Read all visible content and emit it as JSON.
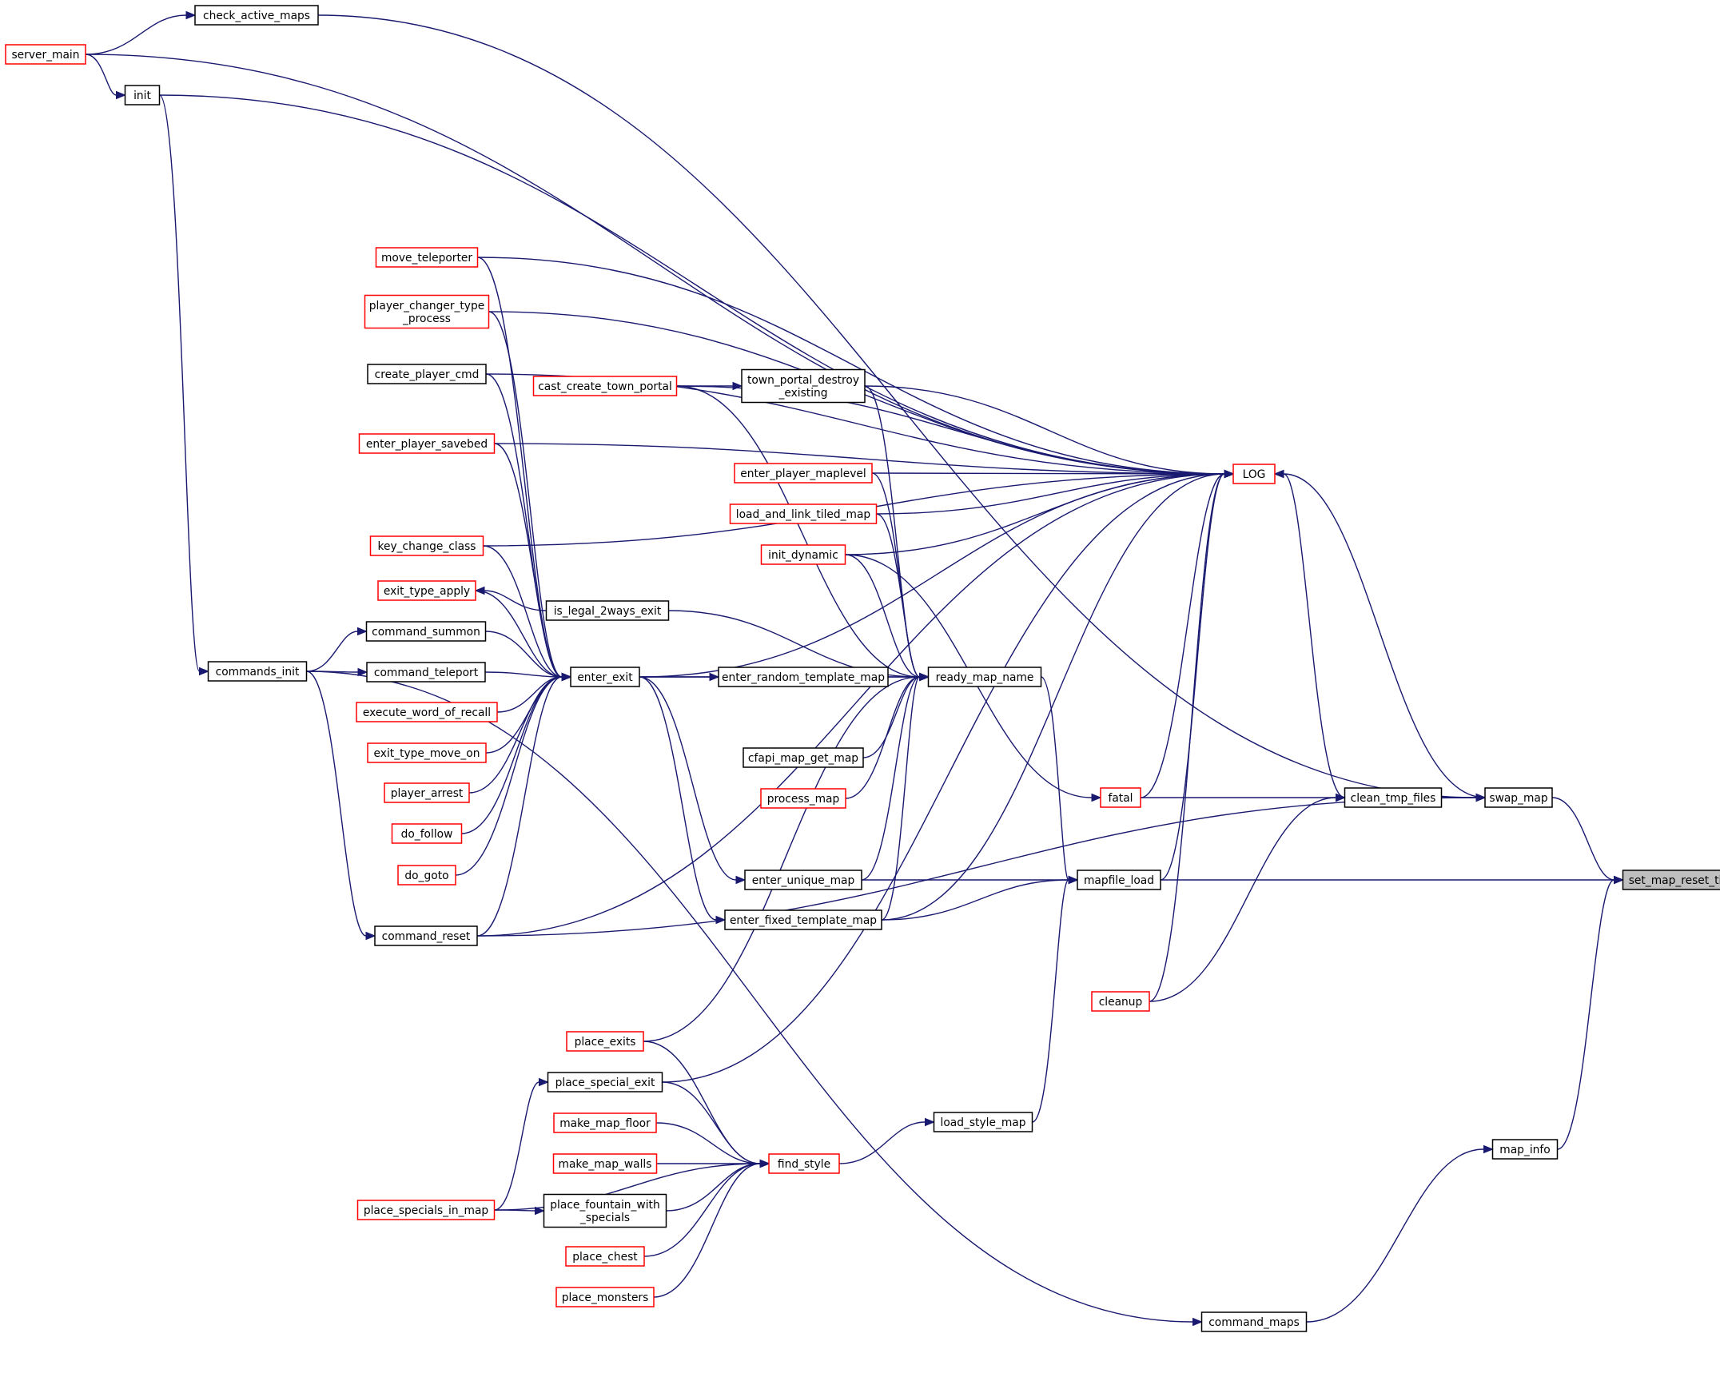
{
  "colors": {
    "edge": "#191970",
    "border_normal": "#000000",
    "border_red": "#ff0000",
    "fill_normal": "#ffffff",
    "fill_highlight": "#bfbfbf"
  },
  "nodes": [
    {
      "id": "set_map_reset_time",
      "lines": [
        "set_map_reset_time"
      ],
      "style": "highlight"
    },
    {
      "id": "swap_map",
      "lines": [
        "swap_map"
      ],
      "style": "normal"
    },
    {
      "id": "mapfile_load",
      "lines": [
        "mapfile_load"
      ],
      "style": "normal"
    },
    {
      "id": "map_info",
      "lines": [
        "map_info"
      ],
      "style": "normal"
    },
    {
      "id": "LOG",
      "lines": [
        "LOG"
      ],
      "style": "red"
    },
    {
      "id": "clean_tmp_files",
      "lines": [
        "clean_tmp_files"
      ],
      "style": "normal"
    },
    {
      "id": "check_active_maps",
      "lines": [
        "check_active_maps"
      ],
      "style": "normal"
    },
    {
      "id": "server_main",
      "lines": [
        "server_main"
      ],
      "style": "red"
    },
    {
      "id": "init",
      "lines": [
        "init"
      ],
      "style": "normal"
    },
    {
      "id": "commands_init",
      "lines": [
        "commands_init"
      ],
      "style": "normal"
    },
    {
      "id": "command_summon",
      "lines": [
        "command_summon"
      ],
      "style": "normal"
    },
    {
      "id": "command_teleport",
      "lines": [
        "command_teleport"
      ],
      "style": "normal"
    },
    {
      "id": "command_reset",
      "lines": [
        "command_reset"
      ],
      "style": "normal"
    },
    {
      "id": "move_teleporter",
      "lines": [
        "move_teleporter"
      ],
      "style": "red"
    },
    {
      "id": "player_changer_type_process",
      "lines": [
        "player_changer_type",
        "_process"
      ],
      "style": "red"
    },
    {
      "id": "create_player_cmd",
      "lines": [
        "create_player_cmd"
      ],
      "style": "normal"
    },
    {
      "id": "enter_player_savebed",
      "lines": [
        "enter_player_savebed"
      ],
      "style": "red"
    },
    {
      "id": "key_change_class",
      "lines": [
        "key_change_class"
      ],
      "style": "red"
    },
    {
      "id": "exit_type_apply",
      "lines": [
        "exit_type_apply"
      ],
      "style": "red"
    },
    {
      "id": "execute_word_of_recall",
      "lines": [
        "execute_word_of_recall"
      ],
      "style": "red"
    },
    {
      "id": "exit_type_move_on",
      "lines": [
        "exit_type_move_on"
      ],
      "style": "red"
    },
    {
      "id": "player_arrest",
      "lines": [
        "player_arrest"
      ],
      "style": "red"
    },
    {
      "id": "do_follow",
      "lines": [
        "do_follow"
      ],
      "style": "red"
    },
    {
      "id": "do_goto",
      "lines": [
        "do_goto"
      ],
      "style": "red"
    },
    {
      "id": "cast_create_town_portal",
      "lines": [
        "cast_create_town_portal"
      ],
      "style": "red"
    },
    {
      "id": "town_portal_destroy_existing",
      "lines": [
        "town_portal_destroy",
        "_existing"
      ],
      "style": "normal"
    },
    {
      "id": "enter_player_maplevel",
      "lines": [
        "enter_player_maplevel"
      ],
      "style": "red"
    },
    {
      "id": "load_and_link_tiled_map",
      "lines": [
        "load_and_link_tiled_map"
      ],
      "style": "red"
    },
    {
      "id": "init_dynamic",
      "lines": [
        "init_dynamic"
      ],
      "style": "red"
    },
    {
      "id": "is_legal_2ways_exit",
      "lines": [
        "is_legal_2ways_exit"
      ],
      "style": "normal"
    },
    {
      "id": "enter_exit",
      "lines": [
        "enter_exit"
      ],
      "style": "normal"
    },
    {
      "id": "enter_random_template_map",
      "lines": [
        "enter_random_template_map"
      ],
      "style": "normal"
    },
    {
      "id": "ready_map_name",
      "lines": [
        "ready_map_name"
      ],
      "style": "normal"
    },
    {
      "id": "cfapi_map_get_map",
      "lines": [
        "cfapi_map_get_map"
      ],
      "style": "normal"
    },
    {
      "id": "process_map",
      "lines": [
        "process_map"
      ],
      "style": "red"
    },
    {
      "id": "fatal",
      "lines": [
        "fatal"
      ],
      "style": "red"
    },
    {
      "id": "enter_unique_map",
      "lines": [
        "enter_unique_map"
      ],
      "style": "normal"
    },
    {
      "id": "enter_fixed_template_map",
      "lines": [
        "enter_fixed_template_map"
      ],
      "style": "normal"
    },
    {
      "id": "cleanup",
      "lines": [
        "cleanup"
      ],
      "style": "red"
    },
    {
      "id": "place_exits",
      "lines": [
        "place_exits"
      ],
      "style": "red"
    },
    {
      "id": "place_special_exit",
      "lines": [
        "place_special_exit"
      ],
      "style": "normal"
    },
    {
      "id": "make_map_floor",
      "lines": [
        "make_map_floor"
      ],
      "style": "red"
    },
    {
      "id": "make_map_walls",
      "lines": [
        "make_map_walls"
      ],
      "style": "red"
    },
    {
      "id": "place_fountain_with_specials",
      "lines": [
        "place_fountain_with",
        "_specials"
      ],
      "style": "normal"
    },
    {
      "id": "place_specials_in_map",
      "lines": [
        "place_specials_in_map"
      ],
      "style": "red"
    },
    {
      "id": "place_chest",
      "lines": [
        "place_chest"
      ],
      "style": "red"
    },
    {
      "id": "place_monsters",
      "lines": [
        "place_monsters"
      ],
      "style": "red"
    },
    {
      "id": "find_style",
      "lines": [
        "find_style"
      ],
      "style": "red"
    },
    {
      "id": "load_style_map",
      "lines": [
        "load_style_map"
      ],
      "style": "normal"
    },
    {
      "id": "command_maps",
      "lines": [
        "command_maps"
      ],
      "style": "normal"
    }
  ],
  "edges": [
    {
      "from": "swap_map",
      "to": "set_map_reset_time"
    },
    {
      "from": "mapfile_load",
      "to": "set_map_reset_time"
    },
    {
      "from": "map_info",
      "to": "set_map_reset_time"
    },
    {
      "from": "clean_tmp_files",
      "to": "swap_map"
    },
    {
      "from": "check_active_maps",
      "to": "swap_map"
    },
    {
      "from": "command_reset",
      "to": "swap_map"
    },
    {
      "from": "swap_map",
      "to": "LOG"
    },
    {
      "from": "server_main",
      "to": "check_active_maps"
    },
    {
      "from": "server_main",
      "to": "init"
    },
    {
      "from": "server_main",
      "to": "LOG"
    },
    {
      "from": "init",
      "to": "commands_init"
    },
    {
      "from": "init",
      "to": "LOG"
    },
    {
      "from": "commands_init",
      "to": "command_summon"
    },
    {
      "from": "commands_init",
      "to": "command_teleport"
    },
    {
      "from": "commands_init",
      "to": "command_reset"
    },
    {
      "from": "commands_init",
      "to": "command_maps"
    },
    {
      "from": "command_maps",
      "to": "map_info"
    },
    {
      "from": "fatal",
      "to": "clean_tmp_files"
    },
    {
      "from": "cleanup",
      "to": "clean_tmp_files"
    },
    {
      "from": "clean_tmp_files",
      "to": "LOG"
    },
    {
      "from": "fatal",
      "to": "LOG"
    },
    {
      "from": "cleanup",
      "to": "LOG"
    },
    {
      "from": "init_dynamic",
      "to": "fatal"
    },
    {
      "from": "ready_map_name",
      "to": "mapfile_load"
    },
    {
      "from": "enter_unique_map",
      "to": "mapfile_load"
    },
    {
      "from": "enter_fixed_template_map",
      "to": "mapfile_load"
    },
    {
      "from": "load_style_map",
      "to": "mapfile_load"
    },
    {
      "from": "mapfile_load",
      "to": "LOG"
    },
    {
      "from": "find_style",
      "to": "load_style_map"
    },
    {
      "from": "place_exits",
      "to": "find_style"
    },
    {
      "from": "place_special_exit",
      "to": "find_style"
    },
    {
      "from": "make_map_floor",
      "to": "find_style"
    },
    {
      "from": "make_map_walls",
      "to": "find_style"
    },
    {
      "from": "place_fountain_with_specials",
      "to": "find_style"
    },
    {
      "from": "place_specials_in_map",
      "to": "find_style"
    },
    {
      "from": "place_chest",
      "to": "find_style"
    },
    {
      "from": "place_monsters",
      "to": "find_style"
    },
    {
      "from": "place_specials_in_map",
      "to": "place_special_exit"
    },
    {
      "from": "place_specials_in_map",
      "to": "place_fountain_with_specials"
    },
    {
      "from": "place_special_exit",
      "to": "LOG"
    },
    {
      "from": "place_exits",
      "to": "ready_map_name"
    },
    {
      "from": "enter_exit",
      "to": "ready_map_name"
    },
    {
      "from": "enter_exit",
      "to": "enter_random_template_map"
    },
    {
      "from": "enter_exit",
      "to": "enter_unique_map"
    },
    {
      "from": "enter_exit",
      "to": "enter_fixed_template_map"
    },
    {
      "from": "enter_exit",
      "to": "LOG"
    },
    {
      "from": "enter_random_template_map",
      "to": "ready_map_name"
    },
    {
      "from": "is_legal_2ways_exit",
      "to": "ready_map_name"
    },
    {
      "from": "cfapi_map_get_map",
      "to": "ready_map_name"
    },
    {
      "from": "process_map",
      "to": "ready_map_name"
    },
    {
      "from": "enter_unique_map",
      "to": "ready_map_name"
    },
    {
      "from": "enter_fixed_template_map",
      "to": "ready_map_name"
    },
    {
      "from": "enter_player_maplevel",
      "to": "ready_map_name"
    },
    {
      "from": "load_and_link_tiled_map",
      "to": "ready_map_name"
    },
    {
      "from": "init_dynamic",
      "to": "ready_map_name"
    },
    {
      "from": "cast_create_town_portal",
      "to": "ready_map_name"
    },
    {
      "from": "town_portal_destroy_existing",
      "to": "ready_map_name"
    },
    {
      "from": "enter_fixed_template_map",
      "to": "LOG"
    },
    {
      "from": "enter_player_maplevel",
      "to": "LOG"
    },
    {
      "from": "load_and_link_tiled_map",
      "to": "LOG"
    },
    {
      "from": "init_dynamic",
      "to": "LOG"
    },
    {
      "from": "town_portal_destroy_existing",
      "to": "LOG"
    },
    {
      "from": "cast_create_town_portal",
      "to": "town_portal_destroy_existing"
    },
    {
      "from": "cast_create_town_portal",
      "to": "LOG"
    },
    {
      "from": "move_teleporter",
      "to": "LOG"
    },
    {
      "from": "player_changer_type_process",
      "to": "LOG"
    },
    {
      "from": "create_player_cmd",
      "to": "LOG"
    },
    {
      "from": "enter_player_savebed",
      "to": "LOG"
    },
    {
      "from": "key_change_class",
      "to": "LOG"
    },
    {
      "from": "command_reset",
      "to": "LOG"
    },
    {
      "from": "move_teleporter",
      "to": "enter_exit"
    },
    {
      "from": "player_changer_type_process",
      "to": "enter_exit"
    },
    {
      "from": "create_player_cmd",
      "to": "enter_exit"
    },
    {
      "from": "enter_player_savebed",
      "to": "enter_exit"
    },
    {
      "from": "key_change_class",
      "to": "enter_exit"
    },
    {
      "from": "exit_type_apply",
      "to": "enter_exit"
    },
    {
      "from": "command_summon",
      "to": "enter_exit"
    },
    {
      "from": "command_teleport",
      "to": "enter_exit"
    },
    {
      "from": "execute_word_of_recall",
      "to": "enter_exit"
    },
    {
      "from": "exit_type_move_on",
      "to": "enter_exit"
    },
    {
      "from": "player_arrest",
      "to": "enter_exit"
    },
    {
      "from": "do_follow",
      "to": "enter_exit"
    },
    {
      "from": "do_goto",
      "to": "enter_exit"
    },
    {
      "from": "command_reset",
      "to": "enter_exit"
    },
    {
      "from": "is_legal_2ways_exit",
      "to": "exit_type_apply"
    }
  ]
}
